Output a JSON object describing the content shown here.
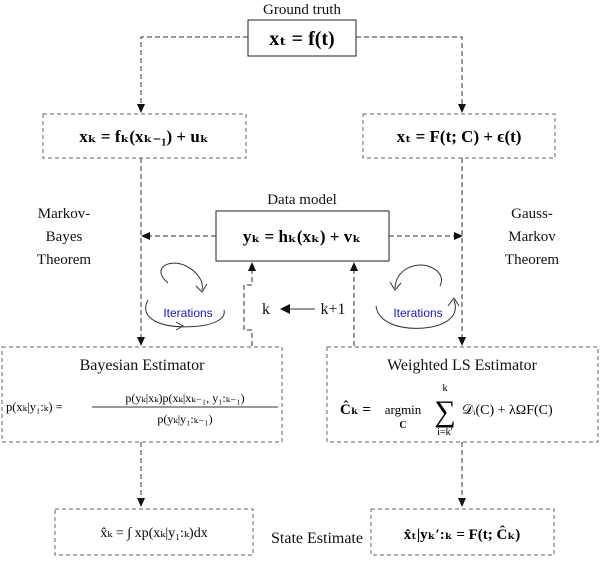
{
  "ground_truth": {
    "title": "Ground truth",
    "equation": "xₜ = f(t)"
  },
  "left_model": {
    "equation": "xₖ = fₖ(xₖ₋₁) + uₖ"
  },
  "right_model": {
    "equation": "xₜ = F(t; C) + ϵ(t)"
  },
  "data_model": {
    "title": "Data model",
    "equation": "yₖ = hₖ(xₖ) + vₖ"
  },
  "left_theorem": {
    "line1": "Markov-",
    "line2": "Bayes",
    "line3": "Theorem"
  },
  "right_theorem": {
    "line1": "Gauss-",
    "line2": "Markov",
    "line3": "Theorem"
  },
  "iterations": {
    "left_label": "Iterations",
    "right_label": "Iterations",
    "k_label": "k",
    "k_next_label": "k+1"
  },
  "bayesian": {
    "title": "Bayesian Estimator",
    "lhs": "p(xₖ|y₁:ₖ) =",
    "numerator": "p(yₖ|xₖ)p(xₖ|xₖ₋₁, y₁:ₖ₋₁)",
    "denominator": "p(yₖ|y₁:ₖ₋₁)"
  },
  "wls": {
    "title": "Weighted LS Estimator",
    "lhs": "Ĉₖ =",
    "argmin": "argmin",
    "argmin_sub": "C",
    "sum_top": "k",
    "sum_bottom": "i=k′",
    "rhs": "𝒟ᵢ(C) + λΩF(C)"
  },
  "state_estimate": {
    "label": "State Estimate",
    "left_equation": "x̂ₖ = ∫ xp(xₖ|y₁:ₖ)dx",
    "right_equation": "x̂ₜ|yₖ′:ₖ = F(t; Ĉₖ)"
  }
}
